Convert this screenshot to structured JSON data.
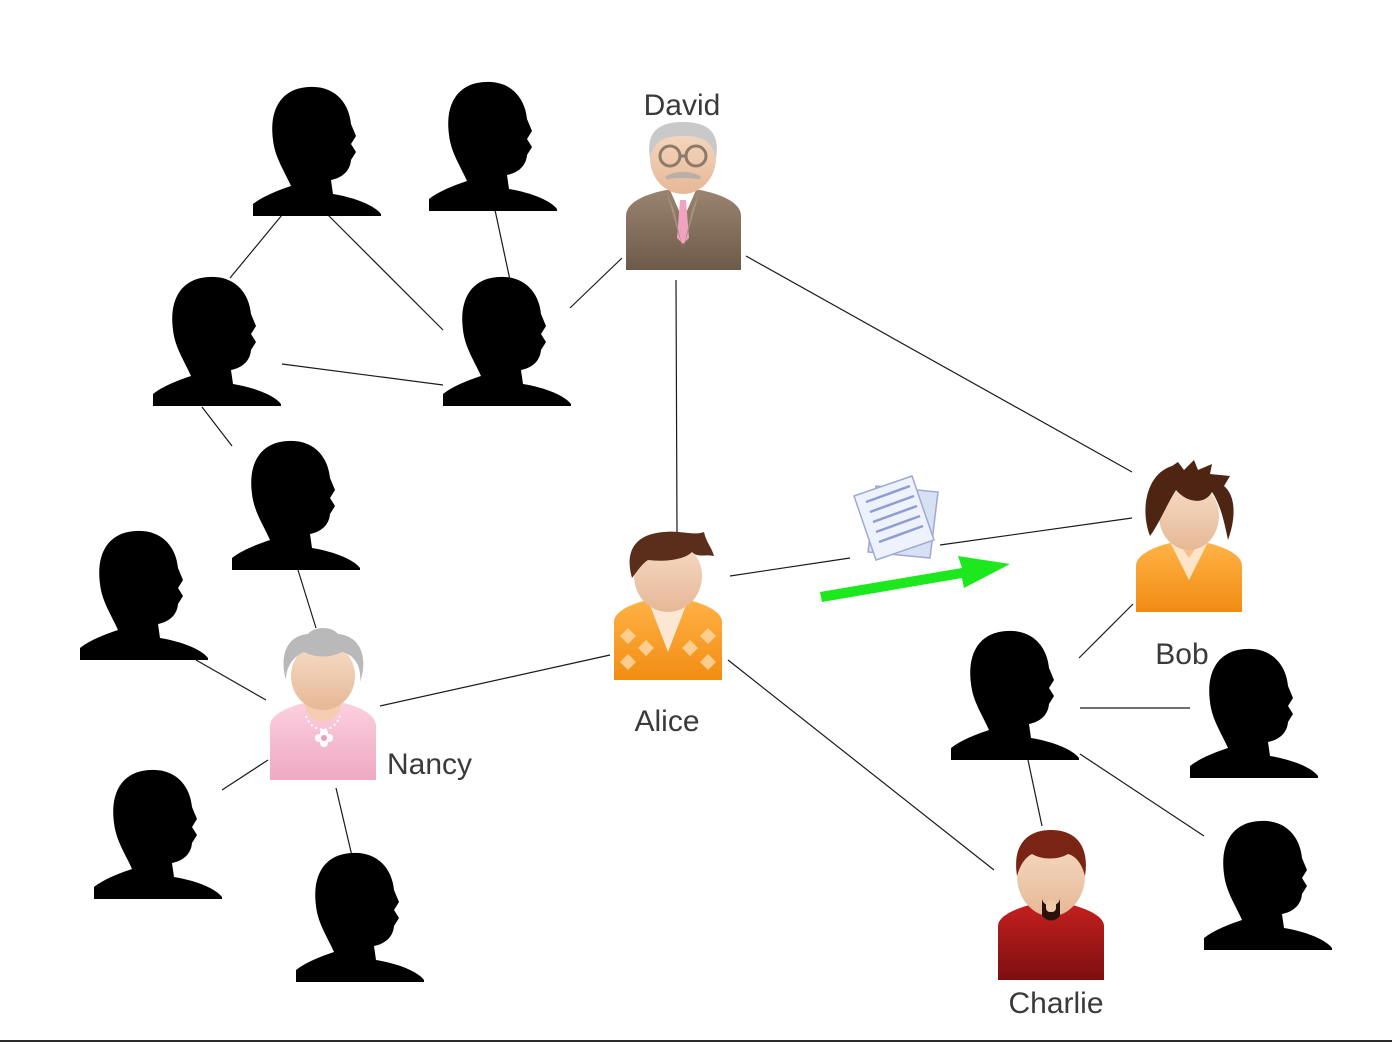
{
  "people": {
    "david": {
      "name": "David",
      "icon": "elderly-man-avatar-icon"
    },
    "alice": {
      "name": "Alice",
      "icon": "young-man-avatar-icon"
    },
    "bob": {
      "name": "Bob",
      "icon": "woman-avatar-icon"
    },
    "charlie": {
      "name": "Charlie",
      "icon": "bearded-man-avatar-icon"
    },
    "nancy": {
      "name": "Nancy",
      "icon": "elderly-woman-avatar-icon"
    }
  },
  "anonymous_icon": "silhouette-icon",
  "message": {
    "icon": "document-icon",
    "arrow_icon": "arrow-icon",
    "from": "Alice",
    "to": "Bob"
  },
  "colors": {
    "arrow": "#1de81d",
    "edge": "#1a1a1a",
    "label": "#3a3a3a",
    "silhouette": "#000000"
  }
}
